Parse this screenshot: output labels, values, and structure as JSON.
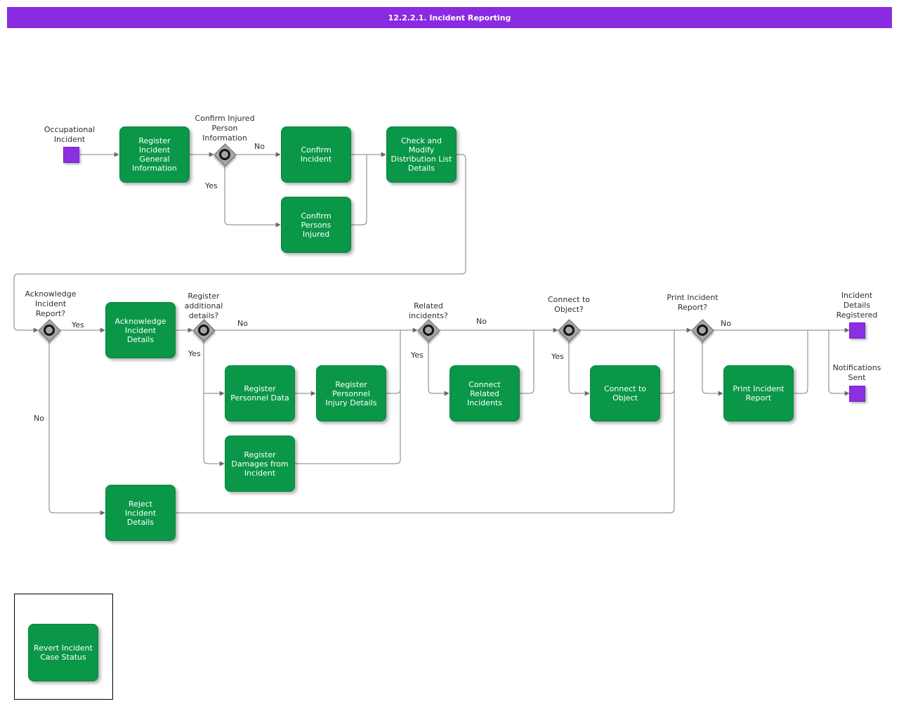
{
  "title": "12.2.2.1. Incident Reporting",
  "colors": {
    "title_bar": "#8A2BE2",
    "task_green": "#0B9748",
    "event_purple": "#8B2FE2",
    "gateway_gray": "#A6A6A6",
    "line_gray": "#7F7F7F"
  },
  "labels": {
    "yes": "Yes",
    "no": "No"
  },
  "events": {
    "start": {
      "label": "Occupational\nIncident"
    },
    "end_registered": {
      "label": "Incident\nDetails\nRegistered"
    },
    "end_notifications": {
      "label": "Notifications\nSent"
    }
  },
  "gateways": {
    "confirm_injured": {
      "label": "Confirm Injured\nPerson\nInformation"
    },
    "acknowledge_report": {
      "label": "Acknowledge\nIncident\nReport?"
    },
    "register_additional": {
      "label": "Register\nadditional\ndetails?"
    },
    "related_incidents": {
      "label": "Related\nincidents?"
    },
    "connect_to_object": {
      "label": "Connect to\nObject?"
    },
    "print_incident_report": {
      "label": "Print Incident\nReport?"
    }
  },
  "tasks": {
    "register_incident": {
      "label": "Register\nIncident\nGeneral\nInformation"
    },
    "confirm_incident": {
      "label": "Confirm\nIncident"
    },
    "confirm_persons_injured": {
      "label": "Confirm\nPersons\nInjured"
    },
    "check_modify_distribution": {
      "label": "Check and\nModify\nDistribution List\nDetails"
    },
    "acknowledge_incident_details": {
      "label": "Acknowledge\nIncident\nDetails"
    },
    "register_personnel_data": {
      "label": "Register\nPersonnel Data"
    },
    "register_personnel_injury": {
      "label": "Register\nPersonnel\nInjury Details"
    },
    "register_damages": {
      "label": "Register\nDamages from\nIncident"
    },
    "connect_related_incidents": {
      "label": "Connect\nRelated\nIncidents"
    },
    "connect_to_object": {
      "label": "Connect to\nObject"
    },
    "print_incident_report": {
      "label": "Print Incident\nReport"
    },
    "reject_incident_details": {
      "label": "Reject\nIncident\nDetails"
    },
    "revert_incident_case_status": {
      "label": "Revert Incident\nCase Status"
    }
  }
}
